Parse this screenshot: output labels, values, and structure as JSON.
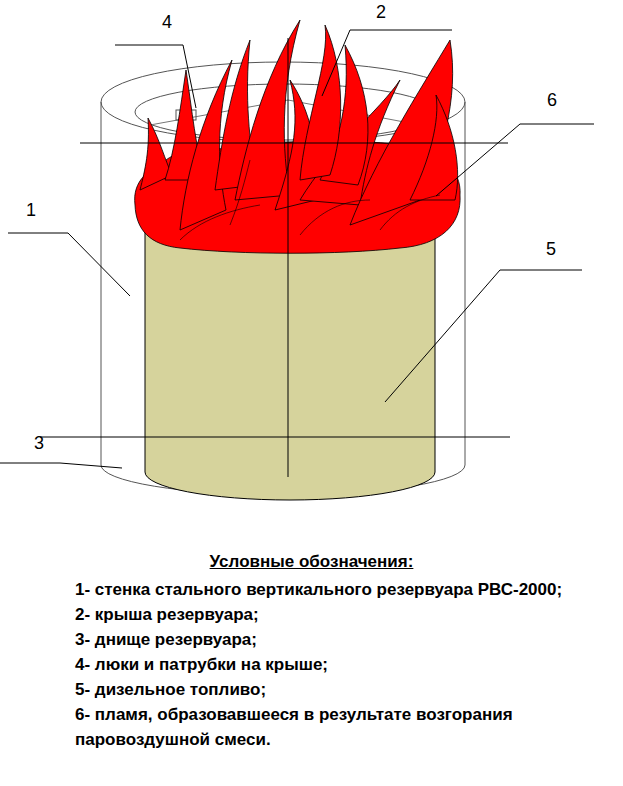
{
  "diagram": {
    "title": "Условные обозначения:",
    "labels": [
      "4",
      "2",
      "6",
      "1",
      "5",
      "3",
      "1- стенка стального вертикального резервуара РВС-2000;",
      "2- крыша резервуара;",
      "3- днище резервуара;",
      "4- люки и патрубки на крыше;",
      "5- дизельное топливо;",
      "6- пламя, образовавшееся в результате возгорания паровоздушной смеси."
    ]
  }
}
